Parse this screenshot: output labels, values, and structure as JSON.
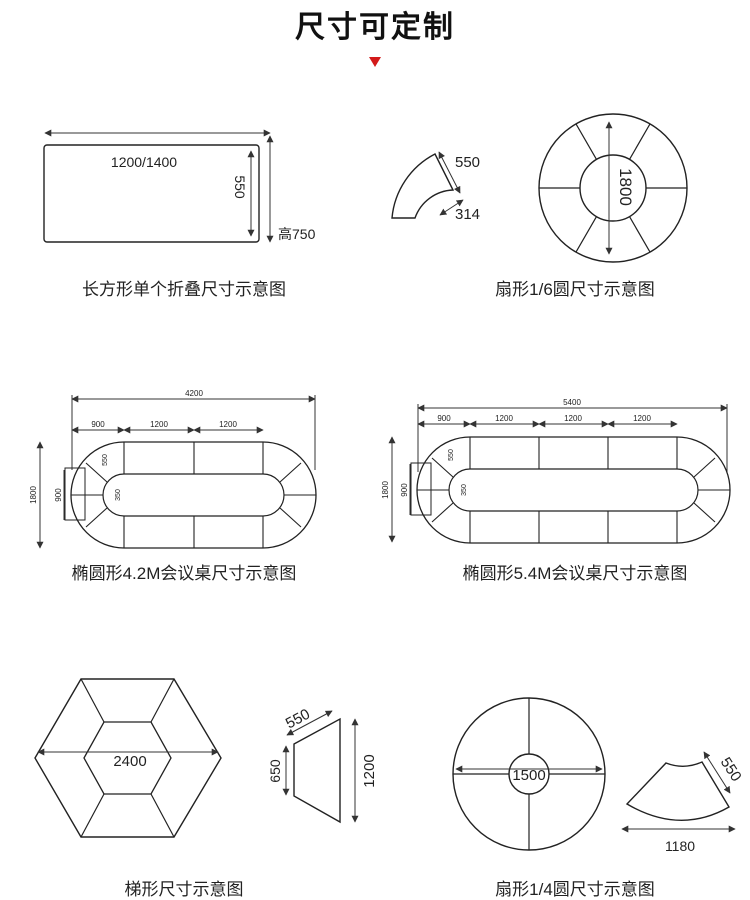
{
  "title": "尺寸可定制",
  "colors": {
    "marker": "#d31a1a",
    "stroke": "#222222"
  },
  "diagrams": {
    "rect": {
      "caption": "长方形单个折叠尺寸示意图",
      "length": "1200/1400",
      "width": "550",
      "height": "高750"
    },
    "sector6": {
      "caption": "扇形1/6圆尺寸示意图",
      "outer": "550",
      "inner": "314",
      "diameter": "1800"
    },
    "oval42": {
      "caption": "椭圆形4.2M会议桌尺寸示意图",
      "total": "4200",
      "d1": "900",
      "d2": "1200",
      "d3": "1200",
      "depth": "1800",
      "inner_depth": "900",
      "side": "550",
      "small": "350"
    },
    "oval54": {
      "caption": "椭圆形5.4M会议桌尺寸示意图",
      "total": "5400",
      "d1": "900",
      "d2": "1200",
      "d3": "1200",
      "d4": "1200",
      "depth": "1800",
      "inner_depth": "900",
      "side": "550",
      "small": "350"
    },
    "trap": {
      "caption": "梯形尺寸示意图",
      "hex_width": "2400",
      "top": "550",
      "side": "650",
      "height": "1200"
    },
    "sector4": {
      "caption": "扇形1/4圆尺寸示意图",
      "inner": "1500",
      "side": "550",
      "width": "1180"
    }
  }
}
